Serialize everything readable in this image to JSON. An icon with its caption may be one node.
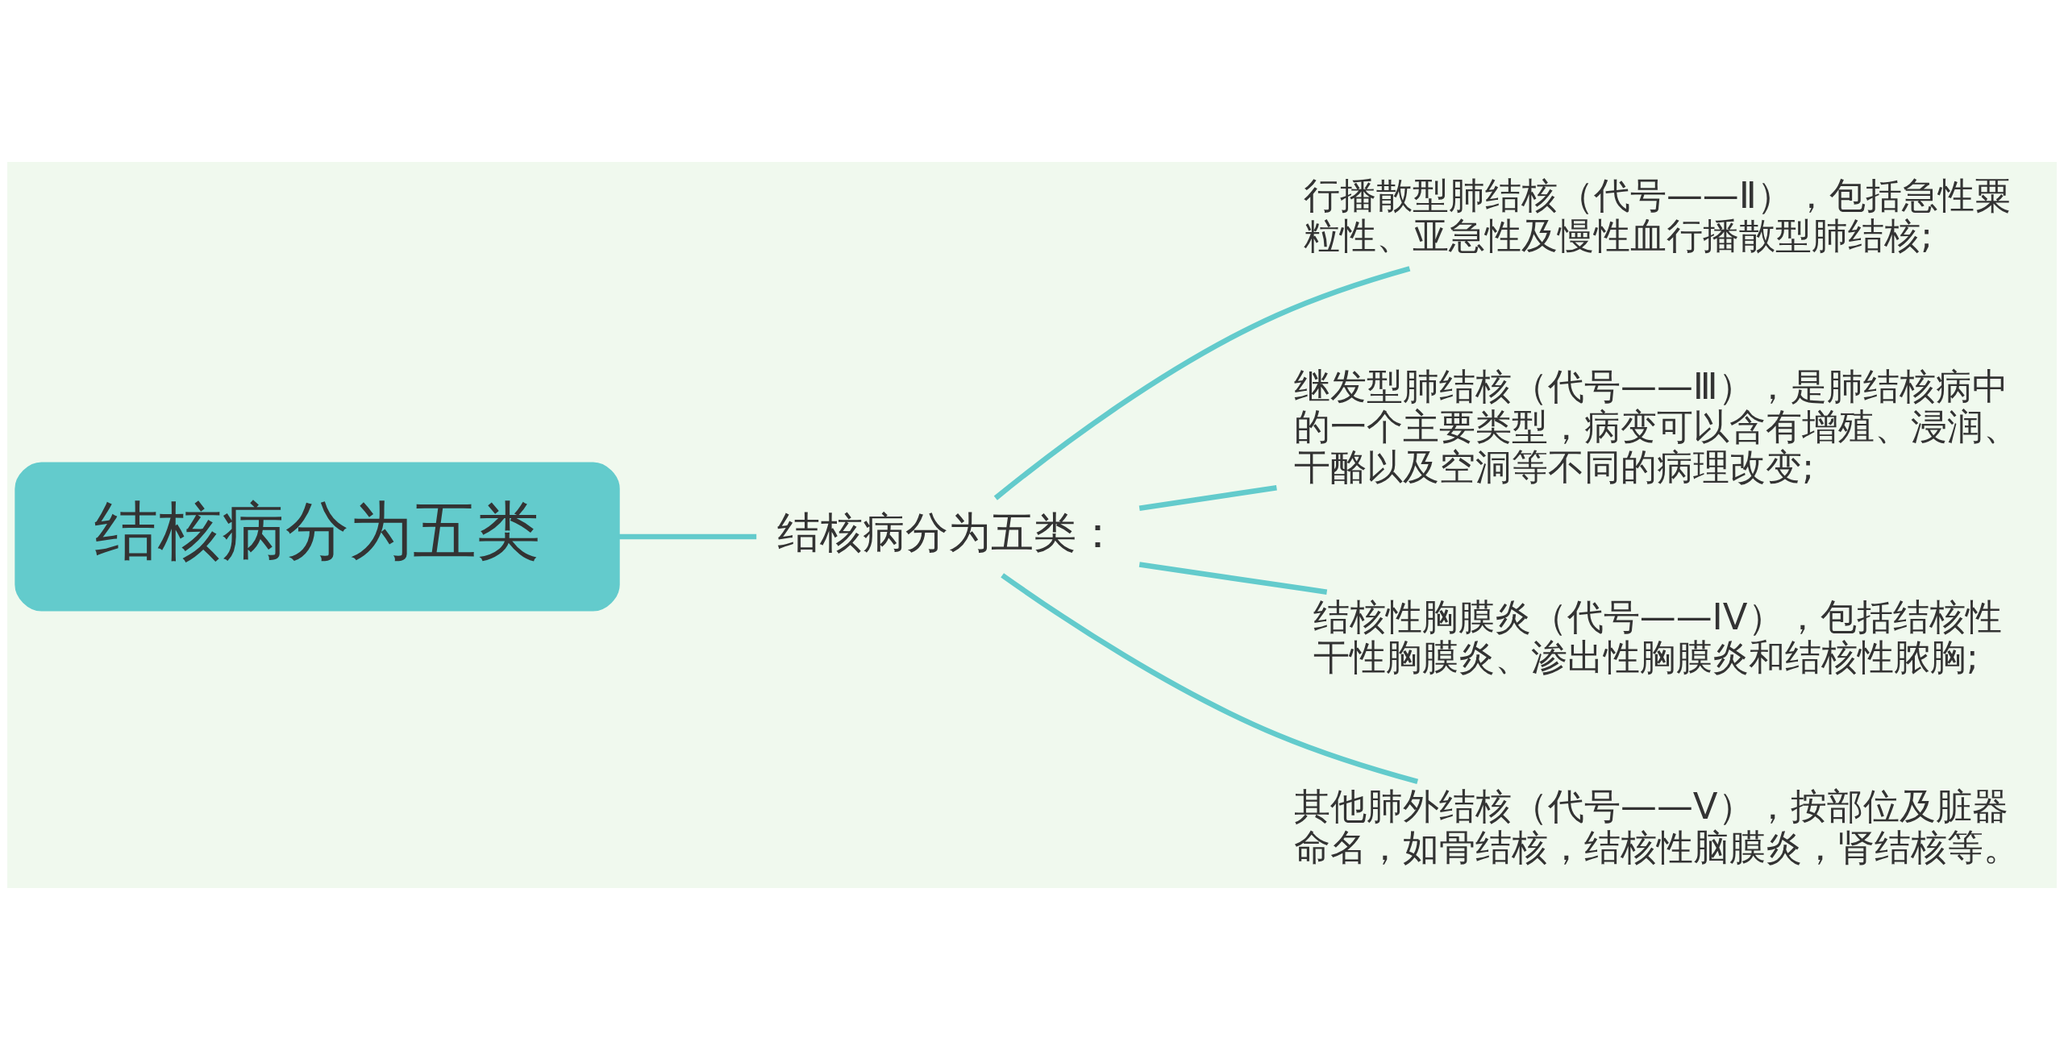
{
  "diagram": {
    "nodes": [
      {
        "text": [
          "结核病分为五类"
        ]
      },
      {
        "text": [
          "结核病分为五类："
        ]
      },
      {
        "text": [
          "行播散型肺结核（代号——Ⅱ），包括急性粟粒性、亚急性及慢性血行播散型肺结核;"
        ]
      },
      {
        "text": [
          "继发型肺结核（代号——Ⅲ），是肺结核病中的一个主要类型，病变可以含有增殖、浸润、干酪以及空洞等不同的病理改变;"
        ]
      },
      {
        "text": [
          "结核性胸膜炎（代号——IV），包括结核性干性胸膜炎、渗出性胸膜炎和结核性脓胸;"
        ]
      },
      {
        "text": [
          "其他肺外结核（代号——Ⅴ），按部位及脏器命名，如骨结核，结核性脑膜炎，肾结核等。"
        ]
      }
    ],
    "edges": [
      {
        "from": 0,
        "to": 1,
        "arrow": "none"
      },
      {
        "from": 1,
        "to": 2,
        "arrow": "none"
      },
      {
        "from": 1,
        "to": 3,
        "arrow": "none"
      },
      {
        "from": 1,
        "to": 4,
        "arrow": "none"
      },
      {
        "from": 1,
        "to": 5,
        "arrow": "none"
      }
    ]
  }
}
